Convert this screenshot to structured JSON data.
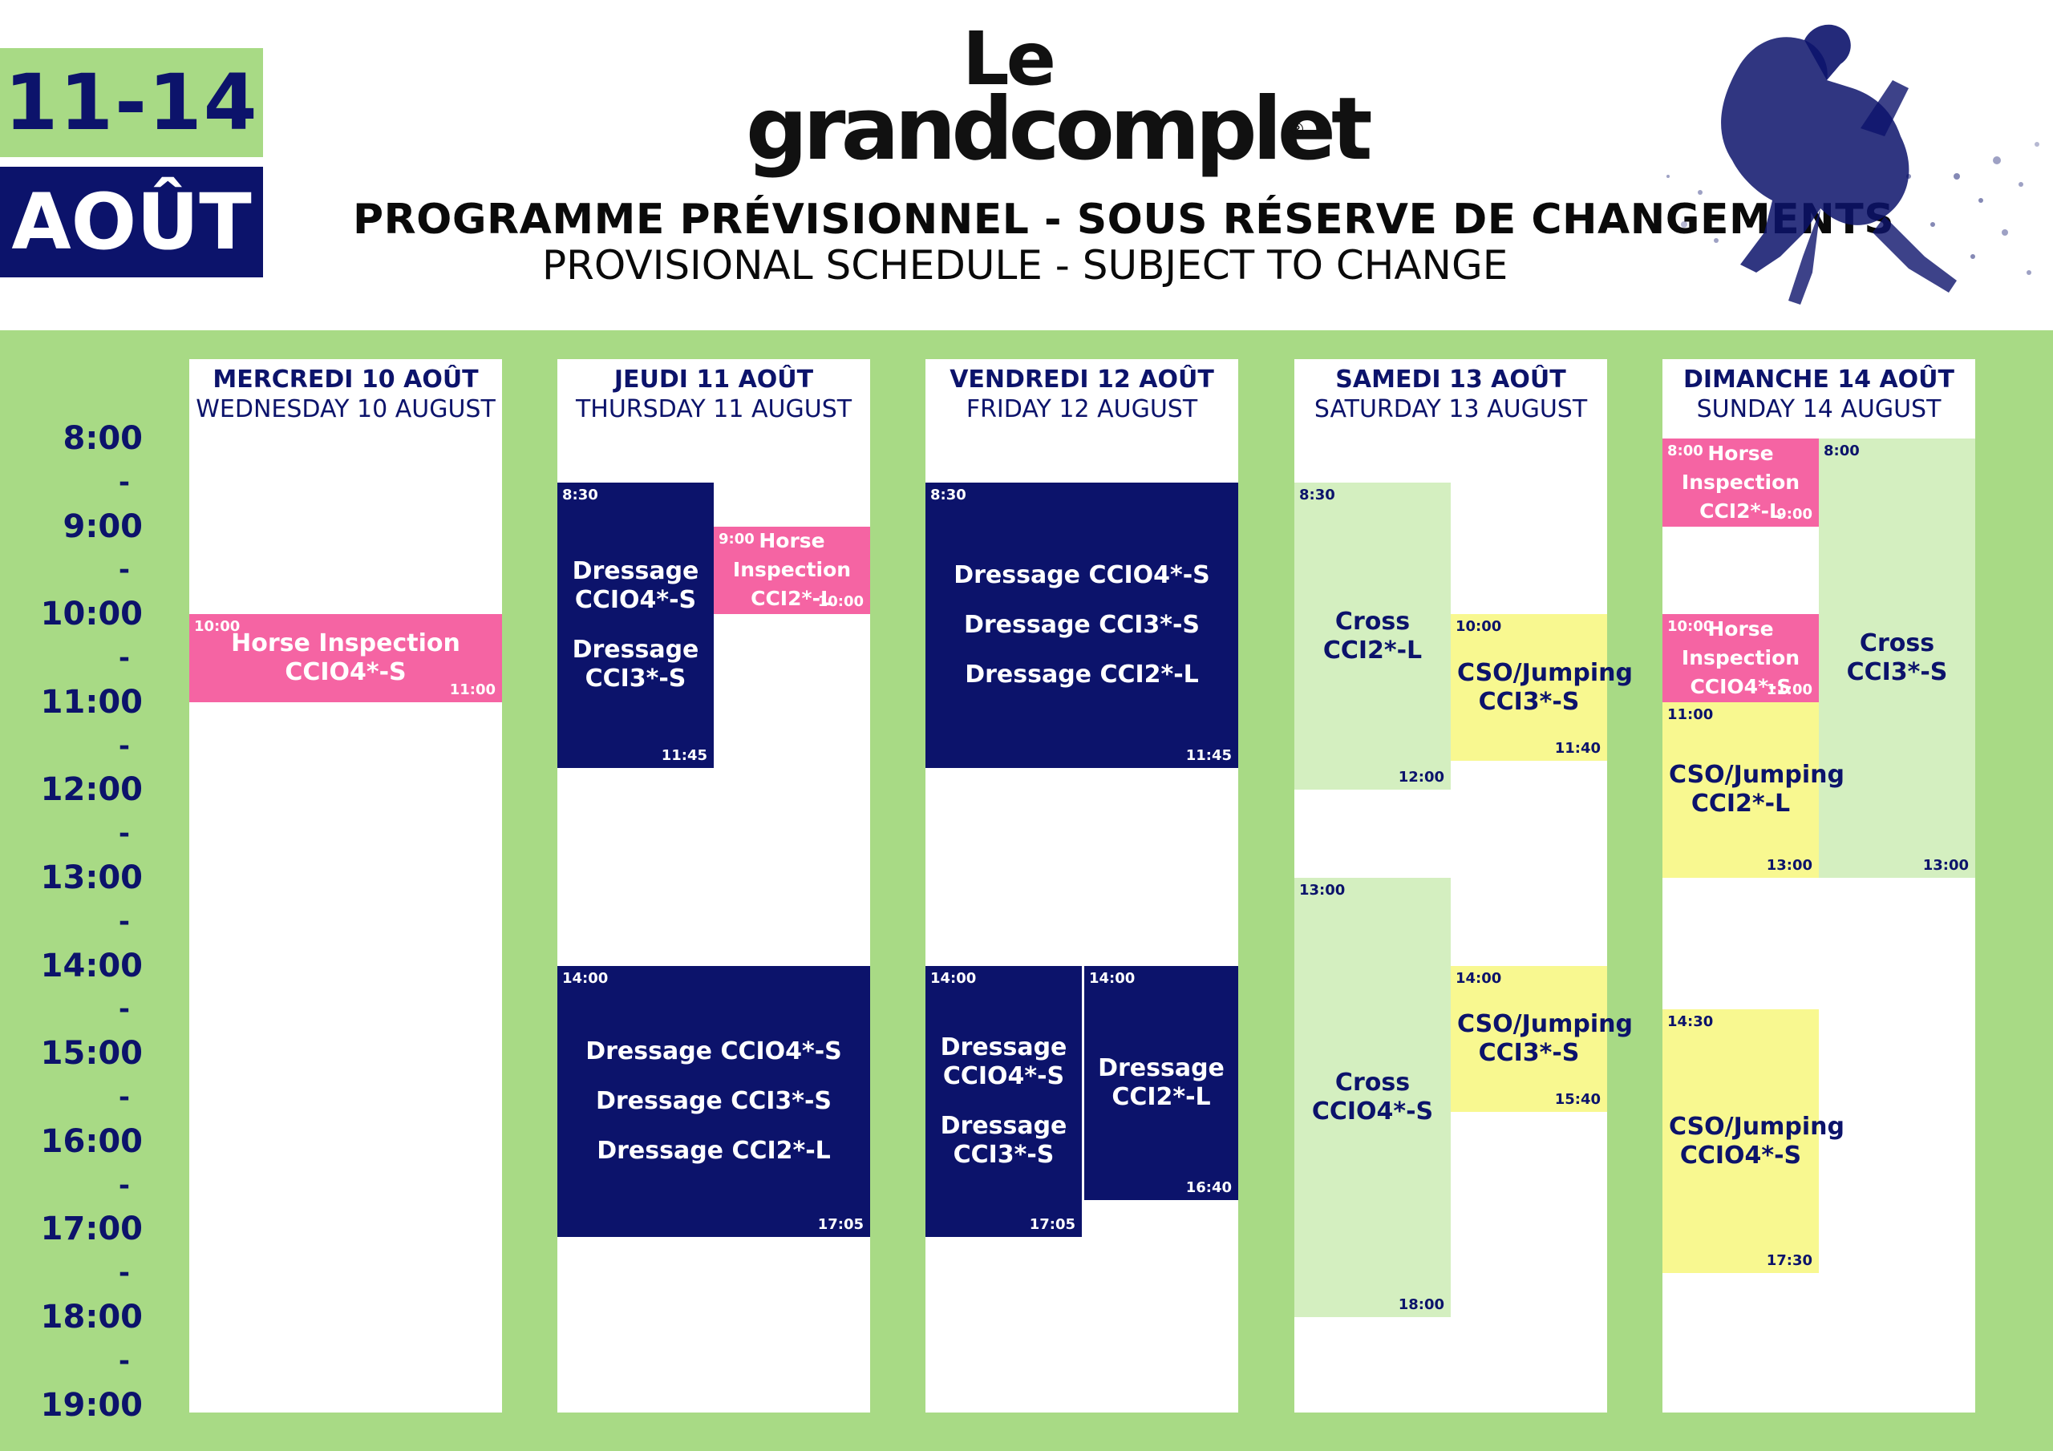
{
  "header": {
    "date_range": "11-14",
    "month": "AOÛT",
    "logo_top": "Le",
    "logo_main": "grandcomplet",
    "logo_reg": "®",
    "title_fr": "PROGRAMME PRÉVISIONNEL - SOUS RÉSERVE DE CHANGEMENTS",
    "title_en": "PROVISIONAL SCHEDULE - SUBJECT TO CHANGE"
  },
  "colors": {
    "navy": "#0c136b",
    "green": "#a8da85",
    "pink": "#f564a3",
    "yellow": "#f8f890",
    "light_green": "#d4efc0"
  },
  "times": [
    "8:00",
    "9:00",
    "10:00",
    "11:00",
    "12:00",
    "13:00",
    "14:00",
    "15:00",
    "16:00",
    "17:00",
    "18:00",
    "19:00"
  ],
  "dash": "-",
  "days": [
    {
      "fr": "MERCREDI 10 AOÛT",
      "en": "WEDNESDAY 10 AUGUST",
      "events": [
        {
          "color": "pink",
          "start": "10:00",
          "end": "11:00",
          "names": [
            "Horse Inspection CCIO4*-S"
          ]
        }
      ]
    },
    {
      "fr": "JEUDI 11 AOÛT",
      "en": "THURSDAY 11 AUGUST",
      "events": [
        {
          "color": "navy",
          "start": "8:30",
          "end": "11:45",
          "names": [
            "Dressage CCIO4*-S",
            "Dressage CCI3*-S"
          ]
        },
        {
          "color": "pink",
          "start": "9:00",
          "end": "10:00",
          "names": [
            "Horse Inspection CCI2*-L"
          ]
        },
        {
          "color": "navy",
          "start": "14:00",
          "end": "17:05",
          "names": [
            "Dressage CCIO4*-S",
            "Dressage CCI3*-S",
            "Dressage CCI2*-L"
          ]
        }
      ]
    },
    {
      "fr": "VENDREDI 12 AOÛT",
      "en": "FRIDAY 12 AUGUST",
      "events": [
        {
          "color": "navy",
          "start": "8:30",
          "end": "11:45",
          "names": [
            "Dressage CCIO4*-S",
            "Dressage CCI3*-S",
            "Dressage CCI2*-L"
          ]
        },
        {
          "color": "navy",
          "start": "14:00",
          "end": "17:05",
          "names": [
            "Dressage CCIO4*-S",
            "Dressage CCI3*-S"
          ]
        },
        {
          "color": "navy",
          "start": "14:00",
          "end": "16:40",
          "names": [
            "Dressage CCI2*-L"
          ]
        }
      ]
    },
    {
      "fr": "SAMEDI 13 AOÛT",
      "en": "SATURDAY 13 AUGUST",
      "events": [
        {
          "color": "light_green",
          "start": "8:30",
          "end": "12:00",
          "names": [
            "Cross CCI2*-L"
          ]
        },
        {
          "color": "yellow",
          "start": "10:00",
          "end": "11:40",
          "names": [
            "CSO/Jumping CCI3*-S"
          ]
        },
        {
          "color": "light_green",
          "start": "13:00",
          "end": "18:00",
          "names": [
            "Cross CCIO4*-S"
          ]
        },
        {
          "color": "yellow",
          "start": "14:00",
          "end": "15:40",
          "names": [
            "CSO/Jumping CCI3*-S"
          ]
        }
      ]
    },
    {
      "fr": "DIMANCHE 14 AOÛT",
      "en": "SUNDAY 14 AUGUST",
      "events": [
        {
          "color": "pink",
          "start": "8:00",
          "end": "9:00",
          "names": [
            "Horse Inspection CCI2*-L"
          ]
        },
        {
          "color": "light_green",
          "start": "8:00",
          "end": "13:00",
          "names": [
            "Cross CCI3*-S"
          ]
        },
        {
          "color": "pink",
          "start": "10:00",
          "end": "11:00",
          "names": [
            "Horse Inspection CCIO4*-S"
          ]
        },
        {
          "color": "yellow",
          "start": "11:00",
          "end": "13:00",
          "names": [
            "CSO/Jumping CCI2*-L"
          ]
        },
        {
          "color": "yellow",
          "start": "14:30",
          "end": "17:30",
          "names": [
            "CSO/Jumping CCIO4*-S"
          ]
        }
      ]
    }
  ]
}
